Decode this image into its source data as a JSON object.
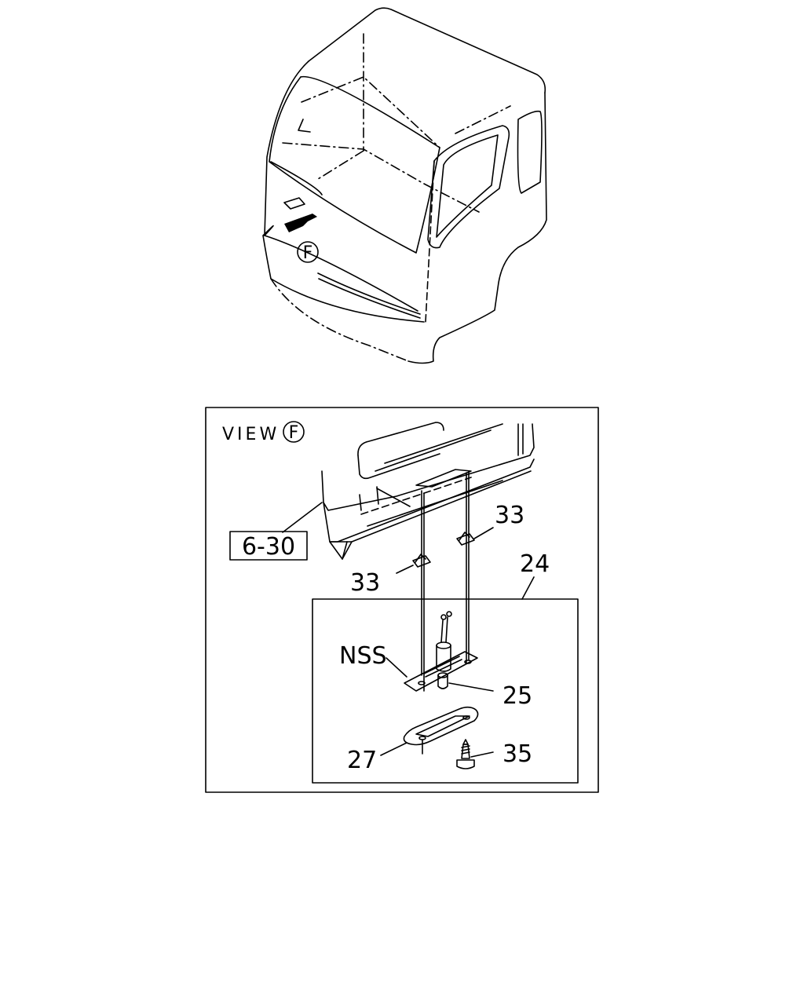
{
  "overview": {
    "view_marker": "F"
  },
  "detail": {
    "title": "VIEW",
    "view_marker": "F",
    "ref_box": "6-30",
    "callouts": {
      "clip_upper": "33",
      "clip_lower": "33",
      "assembly": "24",
      "not_serviced": "NSS",
      "bulb": "25",
      "lens": "27",
      "screw": "35"
    }
  }
}
